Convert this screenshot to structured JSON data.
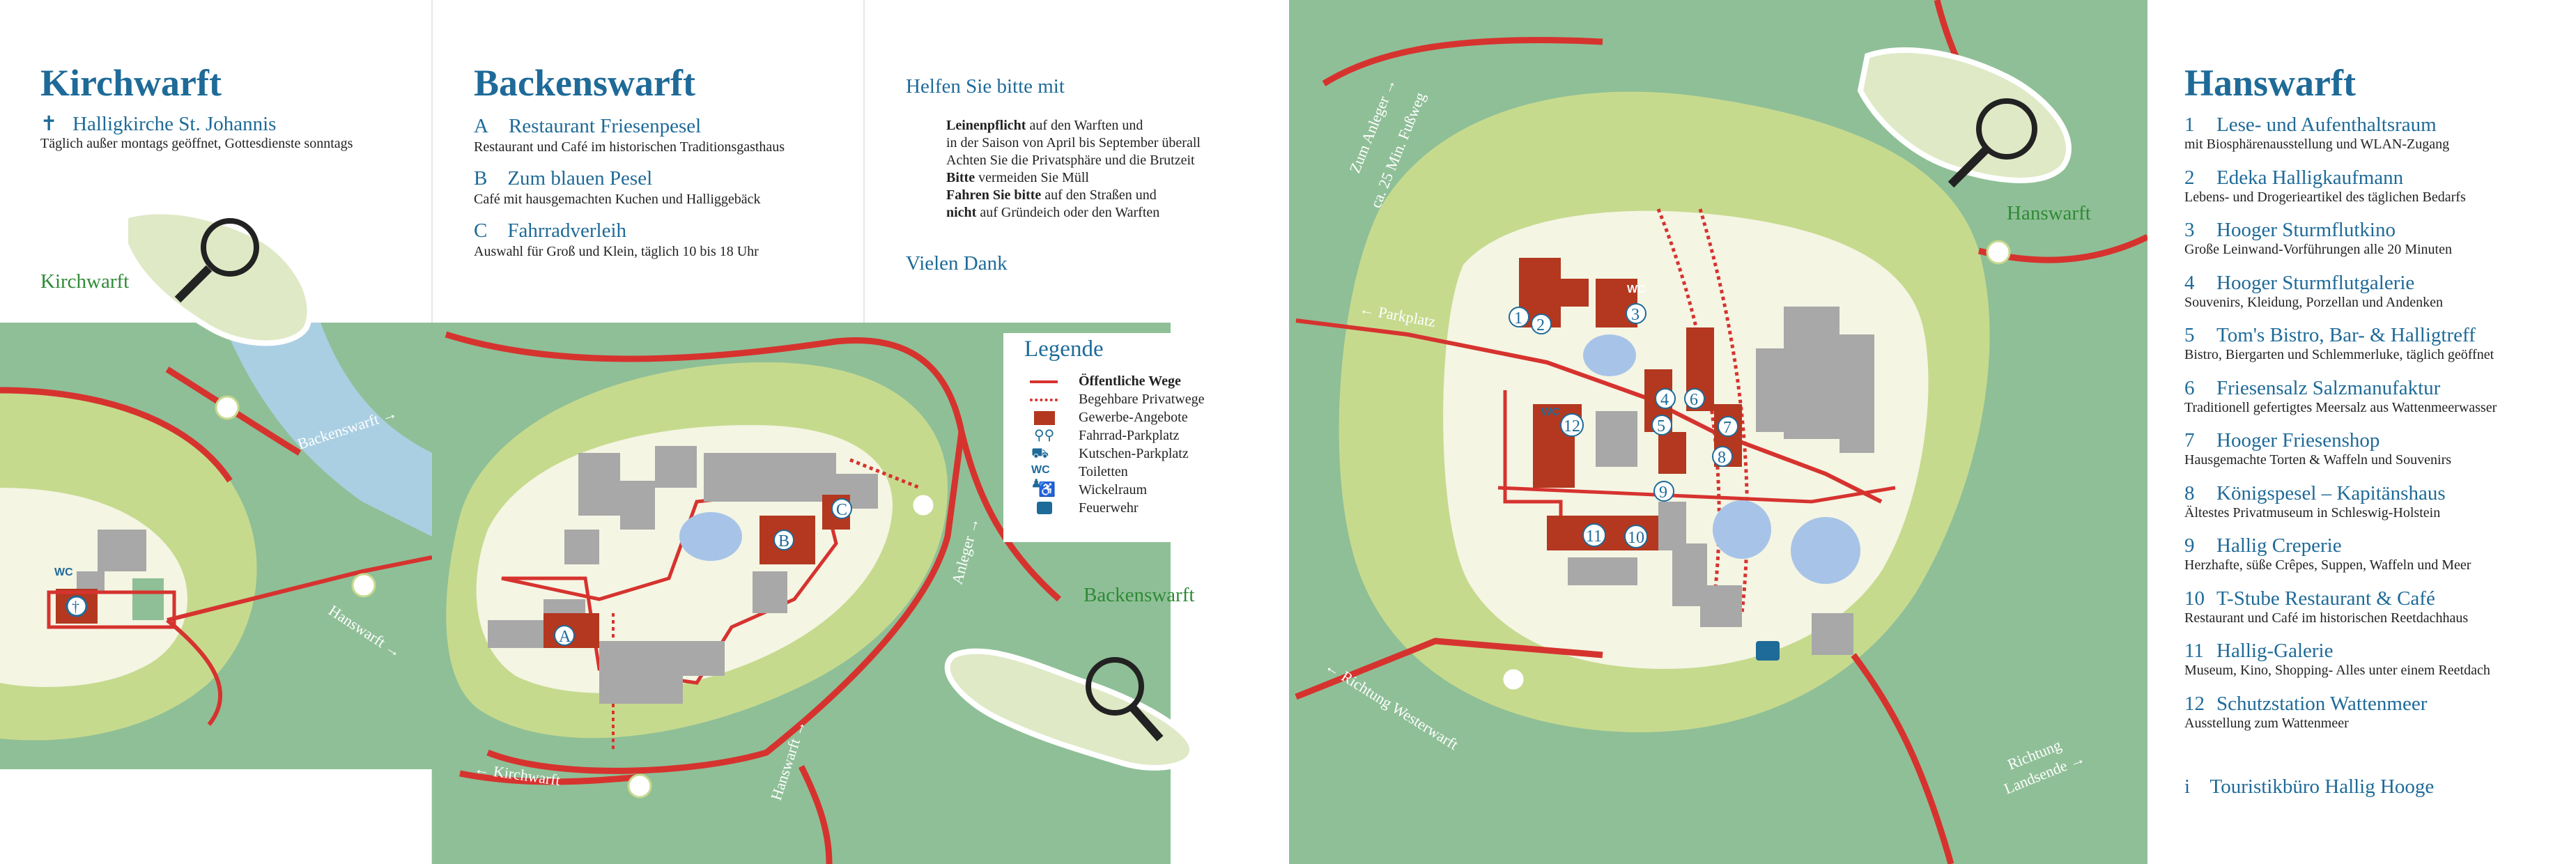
{
  "kirchwarft": {
    "title": "Kirchwarft",
    "items": [
      {
        "marker": "✝",
        "name": "Halligkirche St. Johannis",
        "desc": "Täglich außer montags geöffnet, Gottesdienste sonntags"
      }
    ],
    "locator_label": "Kirchwarft"
  },
  "backenswarft": {
    "title": "Backenswarft",
    "items": [
      {
        "marker": "A",
        "name": "Restaurant Friesenpesel",
        "desc": "Restaurant und Café im historischen Traditionsgasthaus"
      },
      {
        "marker": "B",
        "name": "Zum blauen Pesel",
        "desc": "Café mit hausgemachten Kuchen und Halliggebäck"
      },
      {
        "marker": "C",
        "name": "Fahrradverleih",
        "desc": "Auswahl für Groß und Klein, täglich 10 bis 18 Uhr"
      }
    ],
    "locator_label": "Backenswarft"
  },
  "help": {
    "title": "Helfen Sie bitte mit",
    "lines": [
      {
        "bold": "Leinenpflicht",
        "text": " auf den Warften und"
      },
      {
        "bold": "",
        "text": "in der Saison von April bis September überall"
      },
      {
        "bold": "",
        "text": "Achten Sie die Privatsphäre und die Brutzeit"
      },
      {
        "bold": "Bitte",
        "text": " vermeiden Sie Müll"
      },
      {
        "bold": "Fahren Sie bitte",
        "text": " auf den Straßen und"
      },
      {
        "bold": "nicht",
        "text": " auf Gründeich oder den Warften"
      }
    ],
    "thanks": "Vielen Dank"
  },
  "legend": {
    "title": "Legende",
    "items": [
      {
        "icon": "public-path-icon",
        "label": "Öffentliche Wege",
        "bold": true
      },
      {
        "icon": "private-path-icon",
        "label": "Begehbare Privatwege",
        "boldpart": "Begehbare"
      },
      {
        "icon": "business-icon",
        "label": "Gewerbe-Angebote"
      },
      {
        "icon": "bicycle-icon",
        "label": "Fahrrad-Parkplatz"
      },
      {
        "icon": "carriage-icon",
        "label": "Kutschen-Parkplatz"
      },
      {
        "icon": "wc-icon",
        "label": "Toiletten"
      },
      {
        "icon": "baby-change-icon",
        "label": "Wickelraum"
      },
      {
        "icon": "fire-truck-icon",
        "label": "Feuerwehr"
      }
    ]
  },
  "hanswarft": {
    "title": "Hanswarft",
    "items": [
      {
        "marker": "1",
        "name": "Lese- und Aufenthaltsraum",
        "desc": "mit Biosphärenausstellung und WLAN-Zugang"
      },
      {
        "marker": "2",
        "name": "Edeka Halligkaufmann",
        "desc": "Lebens- und Drogerieartikel des täglichen Bedarfs"
      },
      {
        "marker": "3",
        "name": "Hooger Sturmflutkino",
        "desc": "Große Leinwand-Vorführungen alle 20 Minuten"
      },
      {
        "marker": "4",
        "name": "Hooger Sturmflutgalerie",
        "desc": "Souvenirs, Kleidung, Porzellan und Andenken"
      },
      {
        "marker": "5",
        "name": "Tom's Bistro, Bar- & Halligtreff",
        "desc": "Bistro, Biergarten und Schlemmerluke, täglich geöffnet"
      },
      {
        "marker": "6",
        "name": "Friesensalz Salzmanufaktur",
        "desc": "Traditionell gefertigtes Meersalz aus Wattenmeerwasser"
      },
      {
        "marker": "7",
        "name": "Hooger Friesenshop",
        "desc": "Hausgemachte Torten & Waffeln und Souvenirs"
      },
      {
        "marker": "8",
        "name": "Königspesel – Kapitänshaus",
        "desc": "Ältestes Privatmuseum in Schleswig-Holstein"
      },
      {
        "marker": "9",
        "name": "Hallig Creperie",
        "desc": "Herzhafte, süße Crêpes, Suppen, Waffeln und Meer"
      },
      {
        "marker": "10",
        "name": "T-Stube Restaurant & Café",
        "desc": "Restaurant und Café im historischen Reetdachhaus"
      },
      {
        "marker": "11",
        "name": "Hallig-Galerie",
        "desc": "Museum, Kino, Shopping- Alles unter einem Reetdach"
      },
      {
        "marker": "12",
        "name": "Schutzstation Wattenmeer",
        "desc": "Ausstellung zum Wattenmeer"
      }
    ],
    "info": {
      "marker": "i",
      "name": "Touristikbüro Hallig Hooge"
    },
    "locator_label": "Hanswarft"
  },
  "map_labels": {
    "backenswarft_road": "Backenswarft →",
    "hanswarft_road": "Hanswarft →",
    "kirchwarft_road": "← Kirchwarft",
    "hanswarft_road2": "Hanswarft →",
    "anleger_road": "Anleger →",
    "anleger_road2": "Zum Anleger →",
    "fussweg": "ca. 25 Min. Fußweg",
    "parkplatz": "← Parkplatz",
    "westerwarft": "← Richtung Westerwarft",
    "landsende1": "Richtung",
    "landsende2": "Landsende →",
    "wc": "WC"
  },
  "colors": {
    "sea": "#8fbf97",
    "dike": "#c6da8e",
    "warft": "#f4f5e3",
    "road": "#d6332f",
    "business": "#b3381f",
    "building": "#a8a8a8",
    "pond": "#a7c4e8",
    "water": "#aacfe3",
    "text_blue": "#1e6a98",
    "text_green": "#2f8a36"
  }
}
